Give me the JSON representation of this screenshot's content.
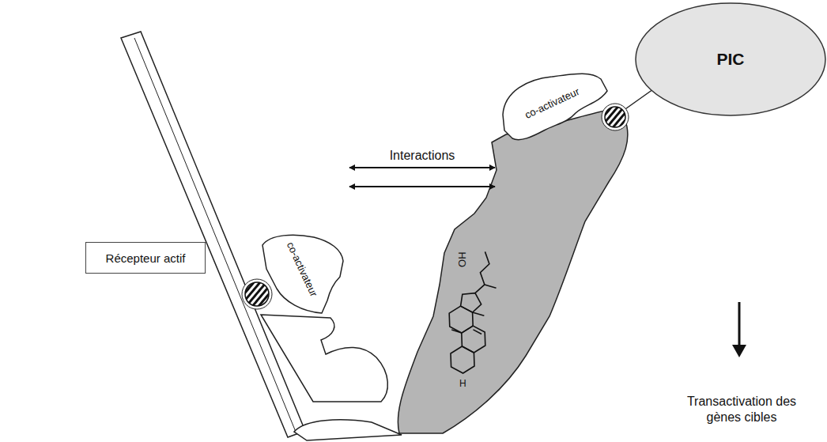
{
  "diagram": {
    "nodes": [
      {
        "text": [
          "co-activateur"
        ]
      },
      {
        "text": [
          "co-activateur"
        ]
      },
      {
        "text": [
          "PIC"
        ]
      },
      {
        "text": [
          "Récepteur actif"
        ]
      }
    ],
    "edges": [
      {
        "from": 0,
        "to": 1,
        "arrow": "both",
        "label": "Interactions"
      },
      {
        "from": 0,
        "to": 1,
        "arrow": "both"
      }
    ],
    "labels": [
      "OH",
      "H",
      "Transactivation des gènes cibles"
    ]
  }
}
